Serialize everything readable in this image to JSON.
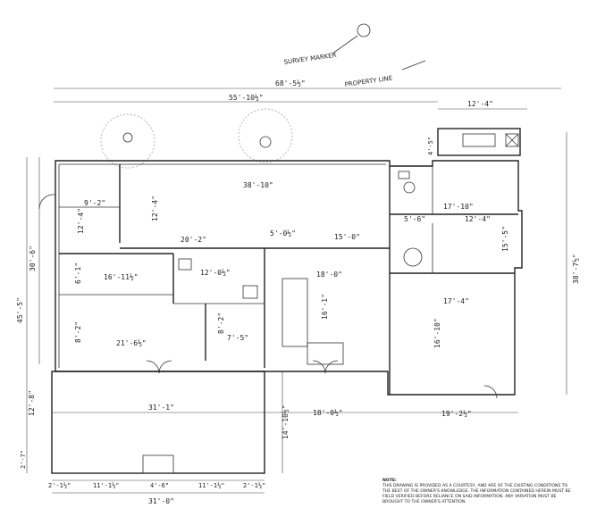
{
  "survey_marker": "SURVEY MARKER",
  "property_line": "PROPERTY LINE",
  "dims": {
    "overall_top": "68'-5½\"",
    "top_house": "55'-10½\"",
    "top_right": "12'-4\"",
    "left_outer": "45'-5\"",
    "left_inner": "30'-6\"",
    "right_outer": "38'-7½\"",
    "r_4_5": "4'-5\"",
    "r_9_2": "9'-2\"",
    "r_12_4a": "12'-4\"",
    "r_38_10": "38'-10\"",
    "r_12_4b": "12'-4\"",
    "r_20_2": "20'-2\"",
    "r_5_0": "5'-0½\"",
    "r_15_0": "15'-0\"",
    "r_17_10": "17'-10\"",
    "r_5_6": "5'-6\"",
    "r_12_4c": "12'-4\"",
    "r_15_5": "15'-5\"",
    "r_16_11": "16'-11½\"",
    "r_6_1": "6'-1\"",
    "r_12_0": "12'-0½\"",
    "r_18_0": "18'-0\"",
    "r_16_1": "16'-1\"",
    "r_17_4": "17'-4\"",
    "r_16_10": "16'-10\"",
    "r_8_2a": "8'-2\"",
    "r_8_2b": "8'-2\"",
    "r_7_5": "7'-5\"",
    "r_21_6": "21'-6½\"",
    "r_31_1": "31'-1\"",
    "r_18_0b": "18'-0½\"",
    "r_19_2": "19'-2½\"",
    "r_12_8": "12'-8\"",
    "r_14_10": "14'-10½\"",
    "r_2_7": "2'-7\"",
    "b_2_1a": "2'-1½\"",
    "b_11_1a": "11'-1½\"",
    "b_4_6": "4'-6\"",
    "b_11_1b": "11'-1½\"",
    "b_2_1b": "2'-1½\"",
    "b_31_0": "31'-0\""
  },
  "note": {
    "title": "NOTE:",
    "text": "THIS DRAWING IS PROVIDED AS A COURTESY, AND ARE OF THE EXISTING CONDITIONS TO THE BEST OF THE OWNER'S KNOWLEDGE. THE INFORMATION CONTAINED HEREIN MUST BE FIELD VERIFIED BEFORE RELIANCE ON SAID INFORMATION. ANY VARIATION MUST BE BROUGHT TO THE OWNER'S ATTENTION."
  }
}
